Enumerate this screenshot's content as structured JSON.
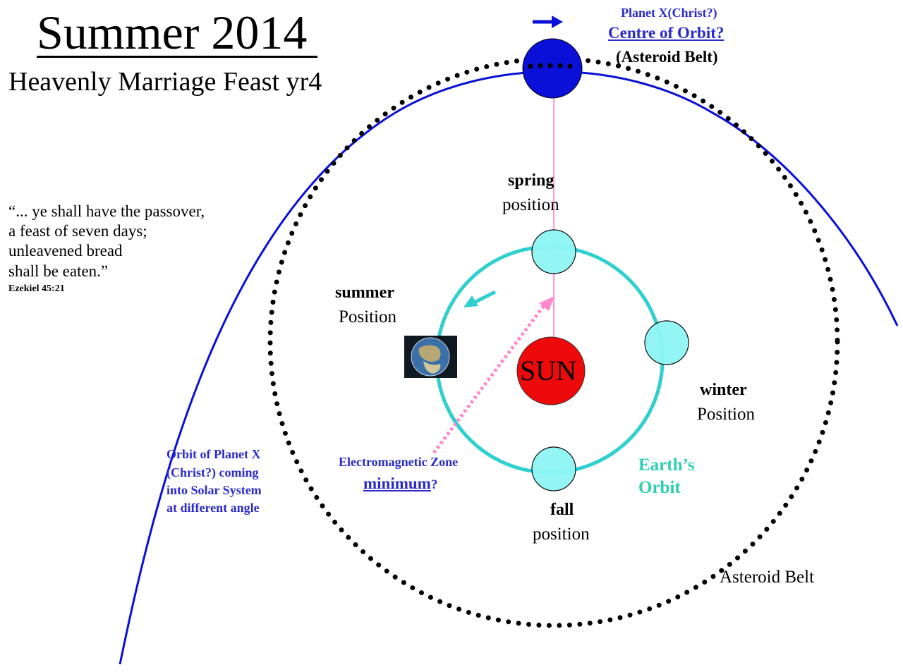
{
  "title": "Summer 2014",
  "subtitle": "Heavenly Marriage Feast yr4",
  "quote": {
    "lines": [
      "“... ye shall have the passover,",
      "a feast of seven days;",
      "unleavened bread",
      "shall be eaten.”"
    ],
    "reference": "Ezekiel 45:21"
  },
  "planet_x": {
    "name": "Planet X(Christ?)",
    "link": "Centre of Orbit?",
    "note": "(Asteroid Belt)"
  },
  "orbit_planet_x": [
    "Orbit of Planet X",
    "(Christ?) coming",
    "into Solar System",
    "at different angle"
  ],
  "em_zone": {
    "line1": "Electromagnetic Zone",
    "emphasis": "minimum",
    "suffix": "?"
  },
  "seasons": {
    "spring": {
      "name": "spring",
      "pos": "position"
    },
    "summer": {
      "name": "summer",
      "pos": "Position"
    },
    "winter": {
      "name": "winter",
      "pos": "Position"
    },
    "fall": {
      "name": "fall",
      "pos": "position"
    }
  },
  "sun": "SUN",
  "earth_orbit": [
    "Earth’s",
    "Orbit"
  ],
  "asteroid_belt": "Asteroid Belt",
  "colors": {
    "planet_x": "#0a10d8",
    "orbit_x": "#0a10d8",
    "earth_orbit": "#2ecfcf",
    "earth_bodies": "#8ff5f5",
    "sun": "#ee0a0a",
    "em_arrow": "#ff88cc",
    "label_blue": "#2a2acc",
    "earth_label": "#2ecfb3"
  },
  "icons": [
    "planet-x-direction-arrow-icon",
    "earth-orbit-direction-arrow-icon",
    "earth-globe-icon"
  ]
}
